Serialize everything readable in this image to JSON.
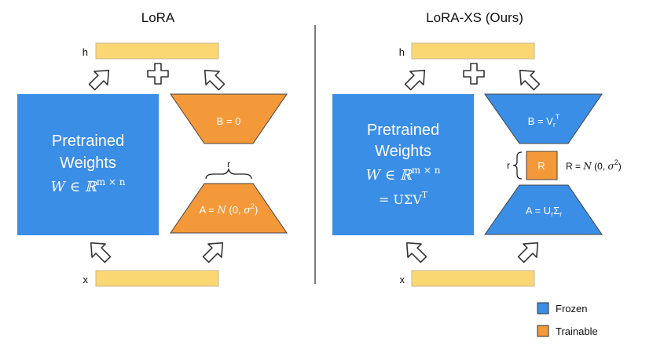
{
  "colors": {
    "frozen": "#3a8ee6",
    "trainable": "#f4993a",
    "vector": "#fbd773",
    "vector_border": "#c9b890",
    "divider": "#333333"
  },
  "lora": {
    "title": "LoRA",
    "h_label": "h",
    "x_label": "x",
    "plus": "+",
    "weights_line1": "Pretrained",
    "weights_line2": "Weights",
    "weights_math": "W ∈ ℝ",
    "weights_sup": "m × n",
    "b_label": "B = 0",
    "a_prefix": "A = ",
    "a_N": "N",
    "a_args": " (0, ",
    "a_sigma": "σ",
    "a_sup": "2",
    "a_close": ")",
    "brace_label": "r"
  },
  "loraxs": {
    "title": "LoRA-XS (Ours)",
    "h_label": "h",
    "x_label": "x",
    "plus": "+",
    "weights_line1": "Pretrained",
    "weights_line2": "Weights",
    "weights_math": "W ∈ ℝ",
    "weights_sup": "m × n",
    "weights_eq": "= UΣV",
    "weights_eq_sup": "T",
    "b_prefix": "B = V",
    "b_sub": "r",
    "b_sup": "T",
    "a_prefix": "A = U",
    "a_sub1": "r",
    "a_sigma": "Σ",
    "a_sub2": "r",
    "r_box_label": "R",
    "r_brace_label": "r",
    "r_def_prefix": "R = ",
    "r_def_N": "N",
    "r_def_args": " (0, ",
    "r_def_sigma": "σ",
    "r_def_sup": "2",
    "r_def_close": ")"
  },
  "legend": {
    "frozen_label": "Frozen",
    "trainable_label": "Trainable"
  },
  "icons": {
    "up_arrow": "outline-arrow-icon",
    "plus": "plus-icon"
  }
}
